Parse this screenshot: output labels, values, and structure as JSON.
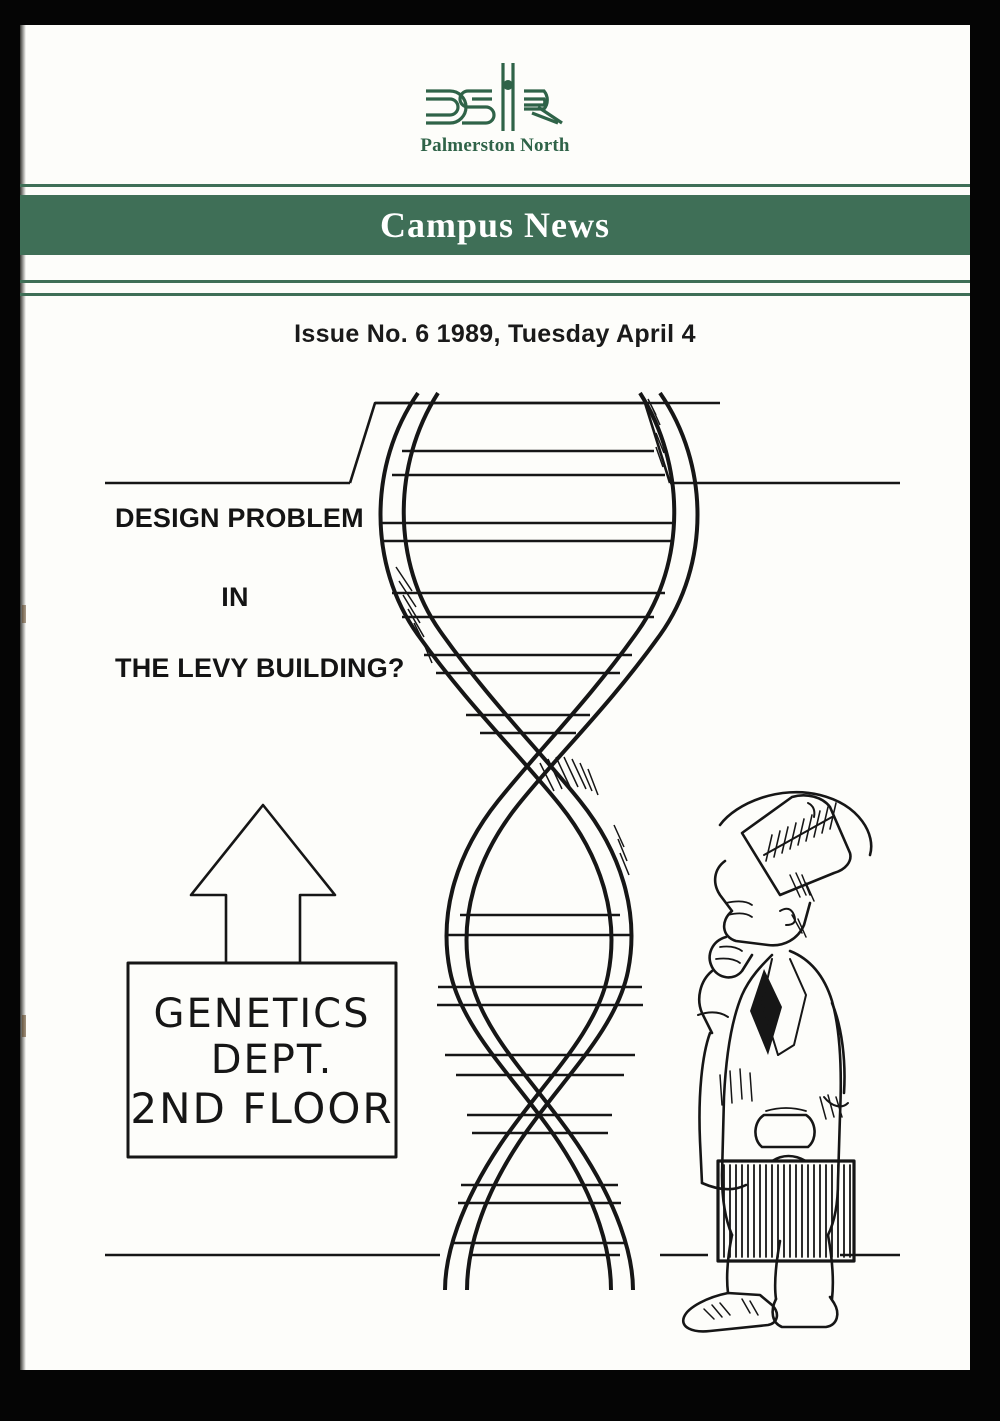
{
  "publication": {
    "organisation_logo": "dsir-logo",
    "organisation_name": "Palmerston North",
    "masthead_title": "Campus News",
    "issue_line": "Issue No. 6 1989, Tuesday April  4"
  },
  "colors": {
    "brand_green": "#3f6f57",
    "logo_green": "#2f6348",
    "ink_black": "#141414",
    "paper": "#fdfdfa",
    "scan_border": "#050505"
  },
  "cover_story": {
    "headline_line_1": "DESIGN PROBLEM",
    "headline_line_2": "IN",
    "headline_line_3": "THE LEVY BUILDING?"
  },
  "illustration": {
    "caption_sign": {
      "line_1": "GENETICS",
      "line_2": "DEPT.",
      "line_3": "2ND FLOOR"
    },
    "elements": [
      "dna-double-helix",
      "ceiling-slab-with-hole",
      "floor-line",
      "up-arrow",
      "direction-sign-box",
      "cartoon-man-with-hat",
      "briefcase"
    ]
  }
}
